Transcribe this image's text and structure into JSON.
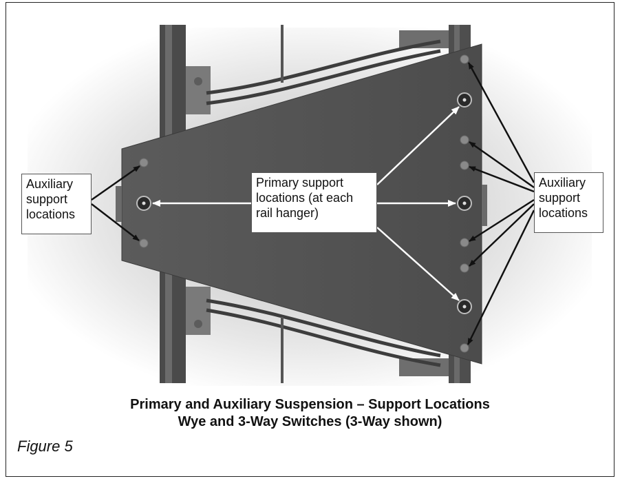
{
  "labels": {
    "aux_left": "Auxiliary\nsupport\nlocations",
    "primary": "Primary support\nlocations (at each\nrail hanger)",
    "aux_right": "Auxiliary\nsupport\nlocations"
  },
  "caption": {
    "line1": "Primary and Auxiliary Suspension – Support Locations",
    "line2": "Wye and 3-Way Switches (3-Way shown)"
  },
  "figure_label": "Figure 5"
}
